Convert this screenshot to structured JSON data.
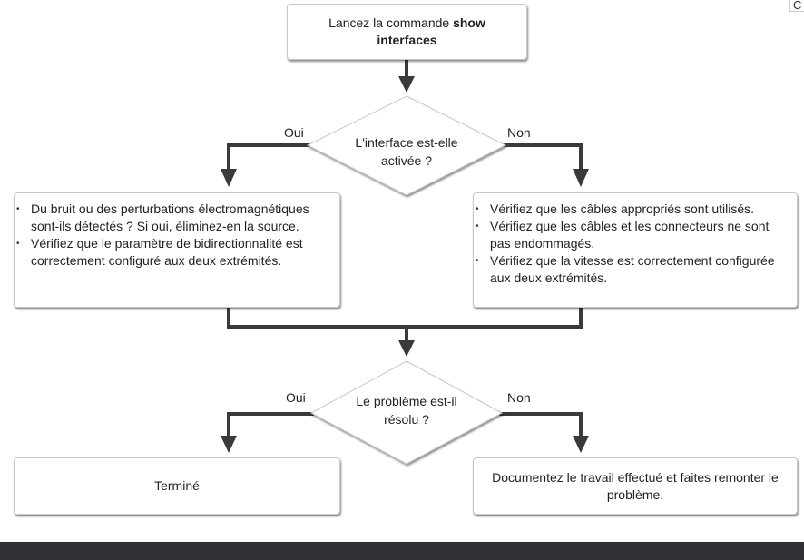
{
  "steps": {
    "start": {
      "text_prefix": "Lancez la commande ",
      "text_bold": "show interfaces"
    },
    "decision1": {
      "text": "L'interface est-elle activée ?",
      "yes_label": "Oui",
      "no_label": "Non"
    },
    "yes_actions": [
      "Du bruit ou des perturbations électromagnétiques sont-ils détectés ? Si oui, éliminez-en la source.",
      "Vérifiez que le paramètre de bidirectionnalité est correctement configuré aux deux extrémités."
    ],
    "no_actions": [
      "Vérifiez que les câbles appropriés sont utilisés.",
      "Vérifiez que les câbles et les connecteurs ne sont pas endommagés.",
      "Vérifiez que la vitesse est correctement configurée aux deux extrémités."
    ],
    "decision2": {
      "text": "Le problème est-il résolu ?",
      "yes_label": "Oui",
      "no_label": "Non"
    },
    "end_yes": "Terminé",
    "end_no": "Documentez le travail effectué et faites remonter le problème."
  },
  "corner_char": "C"
}
